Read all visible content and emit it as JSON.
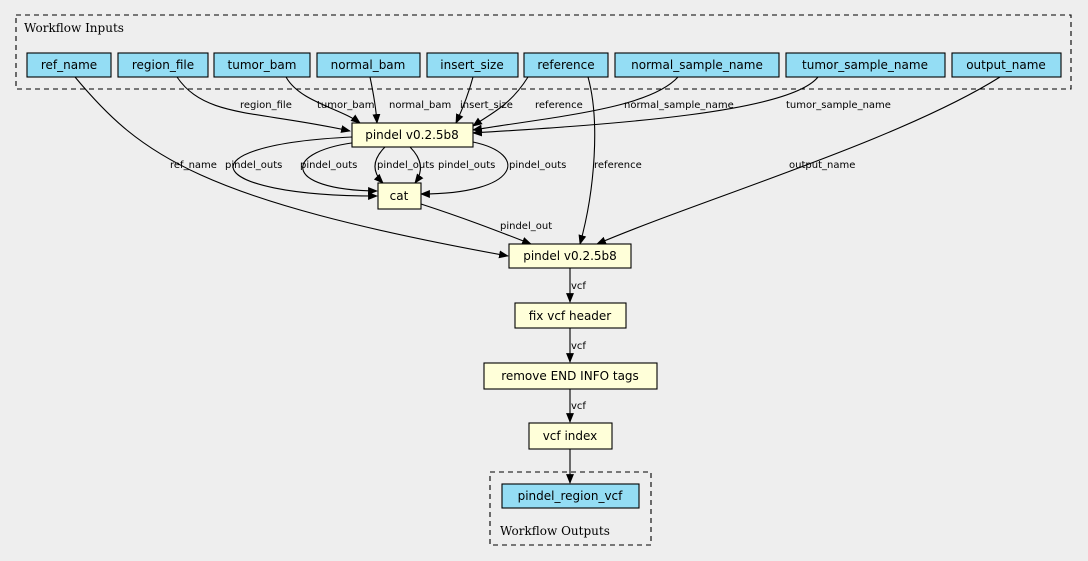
{
  "colors": {
    "background": "#eeeeee",
    "input_fill": "#94ddf4",
    "step_fill": "#ffffd9",
    "output_fill": "#94ddf4"
  },
  "clusters": {
    "inputs_title": "Workflow Inputs",
    "outputs_title": "Workflow Outputs"
  },
  "inputs": [
    {
      "id": "ref_name",
      "label": "ref_name"
    },
    {
      "id": "region_file",
      "label": "region_file"
    },
    {
      "id": "tumor_bam",
      "label": "tumor_bam"
    },
    {
      "id": "normal_bam",
      "label": "normal_bam"
    },
    {
      "id": "insert_size",
      "label": "insert_size"
    },
    {
      "id": "reference",
      "label": "reference"
    },
    {
      "id": "normal_sample_name",
      "label": "normal_sample_name"
    },
    {
      "id": "tumor_sample_name",
      "label": "tumor_sample_name"
    },
    {
      "id": "output_name",
      "label": "output_name"
    }
  ],
  "steps": [
    {
      "id": "pindel1",
      "label": "pindel v0.2.5b8"
    },
    {
      "id": "cat",
      "label": "cat"
    },
    {
      "id": "pindel2",
      "label": "pindel v0.2.5b8"
    },
    {
      "id": "fixvcf",
      "label": "fix vcf header"
    },
    {
      "id": "removeend",
      "label": "remove END INFO tags"
    },
    {
      "id": "vcfindex",
      "label": "vcf index"
    }
  ],
  "outputs": [
    {
      "id": "pindel_region_vcf",
      "label": "pindel_region_vcf"
    }
  ],
  "edges": [
    {
      "from": "region_file",
      "to": "pindel1",
      "label": "region_file"
    },
    {
      "from": "tumor_bam",
      "to": "pindel1",
      "label": "tumor_bam"
    },
    {
      "from": "normal_bam",
      "to": "pindel1",
      "label": "normal_bam"
    },
    {
      "from": "insert_size",
      "to": "pindel1",
      "label": "insert_size"
    },
    {
      "from": "reference",
      "to": "pindel1",
      "label": "reference"
    },
    {
      "from": "normal_sample_name",
      "to": "pindel1",
      "label": "normal_sample_name"
    },
    {
      "from": "tumor_sample_name",
      "to": "pindel1",
      "label": "tumor_sample_name"
    },
    {
      "from": "ref_name",
      "to": "pindel2",
      "label": "ref_name"
    },
    {
      "from": "pindel1",
      "to": "cat",
      "label": "pindel_outs"
    },
    {
      "from": "pindel1",
      "to": "cat",
      "label": "pindel_outs"
    },
    {
      "from": "pindel1",
      "to": "cat",
      "label": "pindel_outs"
    },
    {
      "from": "pindel1",
      "to": "cat",
      "label": "pindel_outs"
    },
    {
      "from": "pindel1",
      "to": "cat",
      "label": "pindel_outs"
    },
    {
      "from": "reference",
      "to": "pindel2",
      "label": "reference"
    },
    {
      "from": "output_name",
      "to": "pindel2",
      "label": "output_name"
    },
    {
      "from": "cat",
      "to": "pindel2",
      "label": "pindel_out"
    },
    {
      "from": "pindel2",
      "to": "fixvcf",
      "label": "vcf"
    },
    {
      "from": "fixvcf",
      "to": "removeend",
      "label": "vcf"
    },
    {
      "from": "removeend",
      "to": "vcfindex",
      "label": "vcf"
    },
    {
      "from": "vcfindex",
      "to": "pindel_region_vcf",
      "label": ""
    }
  ]
}
